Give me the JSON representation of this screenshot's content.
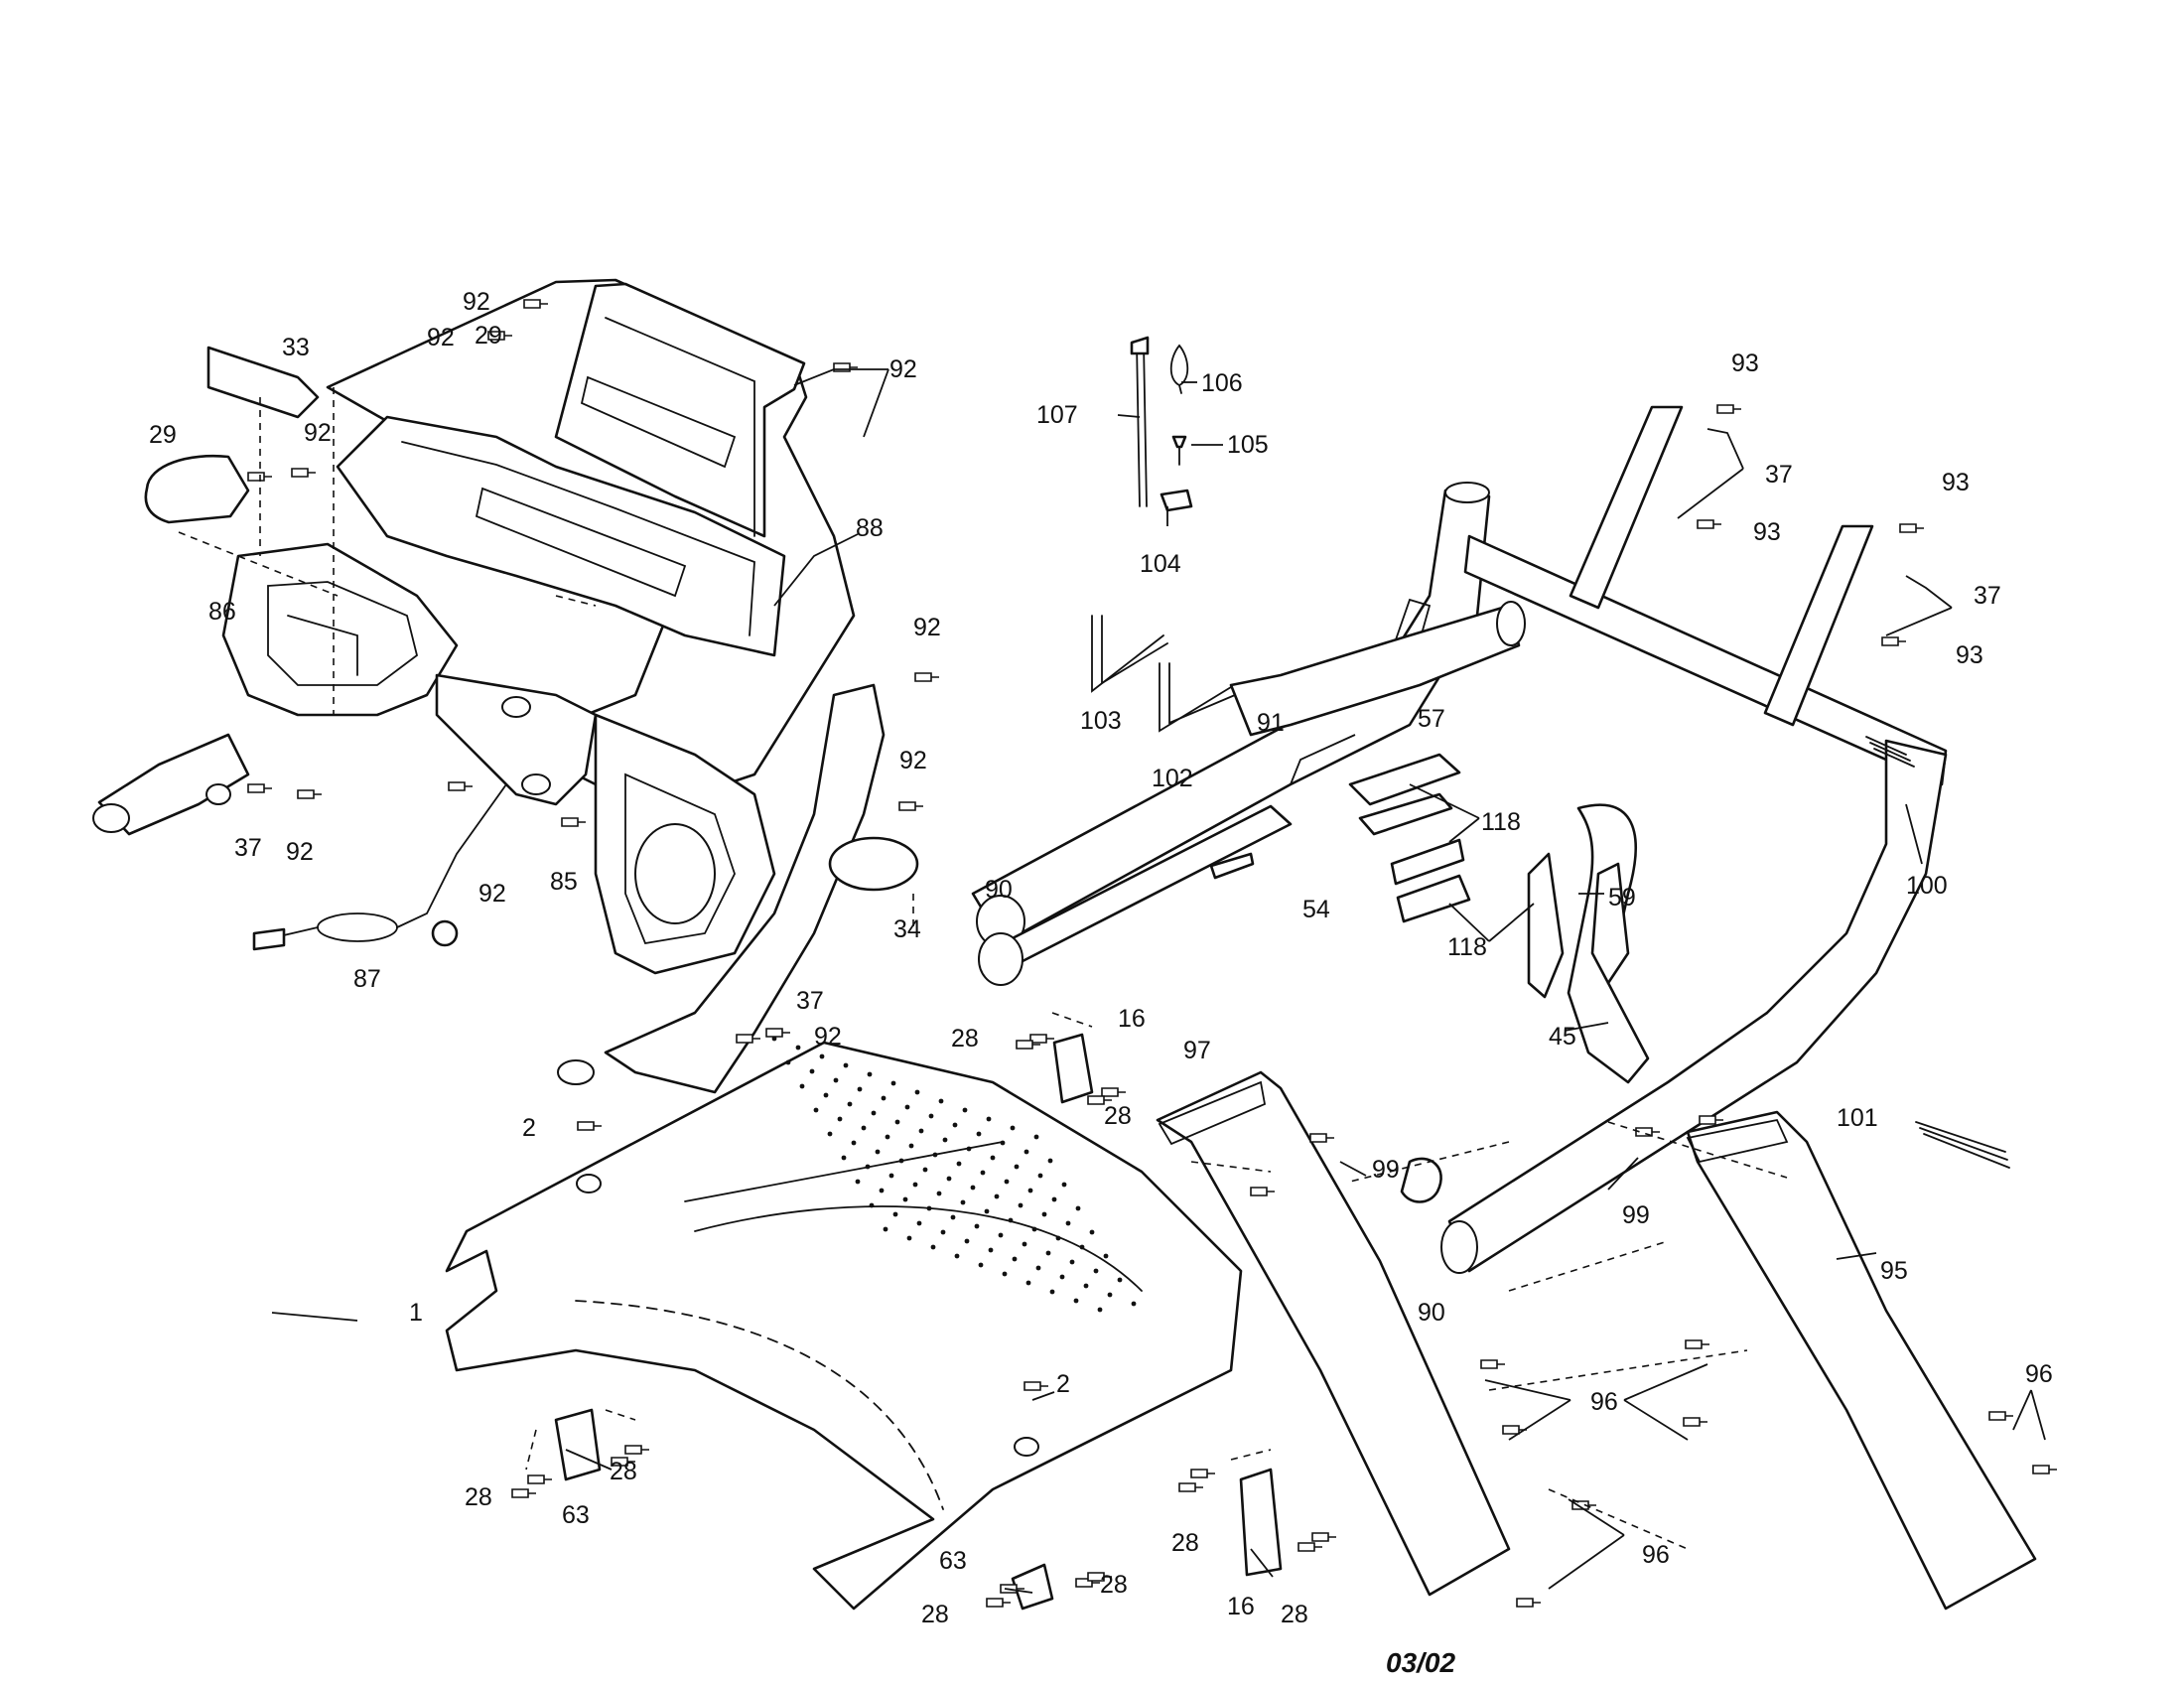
{
  "drawing": {
    "date_stamp": "03/02",
    "callouts": [
      {
        "id": "c92a",
        "label": "92"
      },
      {
        "id": "c92b",
        "label": "92"
      },
      {
        "id": "c29a",
        "label": "29"
      },
      {
        "id": "c33",
        "label": "33"
      },
      {
        "id": "c29b",
        "label": "29"
      },
      {
        "id": "c92c",
        "label": "92"
      },
      {
        "id": "c92d",
        "label": "92"
      },
      {
        "id": "c88",
        "label": "88"
      },
      {
        "id": "c86",
        "label": "86"
      },
      {
        "id": "c92e",
        "label": "92"
      },
      {
        "id": "c92f",
        "label": "92"
      },
      {
        "id": "c37a",
        "label": "37"
      },
      {
        "id": "c92g",
        "label": "92"
      },
      {
        "id": "c92h",
        "label": "92"
      },
      {
        "id": "c85",
        "label": "85"
      },
      {
        "id": "c34",
        "label": "34"
      },
      {
        "id": "c87",
        "label": "87"
      },
      {
        "id": "c37b",
        "label": "37"
      },
      {
        "id": "c92i",
        "label": "92"
      },
      {
        "id": "c2a",
        "label": "2"
      },
      {
        "id": "c1",
        "label": "1"
      },
      {
        "id": "c2b",
        "label": "2"
      },
      {
        "id": "c28a",
        "label": "28"
      },
      {
        "id": "c28b",
        "label": "28"
      },
      {
        "id": "c63a",
        "label": "63"
      },
      {
        "id": "c63b",
        "label": "63"
      },
      {
        "id": "c28c",
        "label": "28"
      },
      {
        "id": "c28d",
        "label": "28"
      },
      {
        "id": "c16a",
        "label": "16"
      },
      {
        "id": "c28e",
        "label": "28"
      },
      {
        "id": "c28f",
        "label": "28"
      },
      {
        "id": "c28g",
        "label": "28"
      },
      {
        "id": "c16b",
        "label": "16"
      },
      {
        "id": "c28h",
        "label": "28"
      },
      {
        "id": "c107",
        "label": "107"
      },
      {
        "id": "c106",
        "label": "106"
      },
      {
        "id": "c105",
        "label": "105"
      },
      {
        "id": "c104",
        "label": "104"
      },
      {
        "id": "c103",
        "label": "103"
      },
      {
        "id": "c102",
        "label": "102"
      },
      {
        "id": "c91",
        "label": "91"
      },
      {
        "id": "c57",
        "label": "57"
      },
      {
        "id": "c118a",
        "label": "118"
      },
      {
        "id": "c118b",
        "label": "118"
      },
      {
        "id": "c54",
        "label": "54"
      },
      {
        "id": "c90a",
        "label": "90"
      },
      {
        "id": "c59",
        "label": "59"
      },
      {
        "id": "c45",
        "label": "45"
      },
      {
        "id": "c93a",
        "label": "93"
      },
      {
        "id": "c37c",
        "label": "37"
      },
      {
        "id": "c93b",
        "label": "93"
      },
      {
        "id": "c93c",
        "label": "93"
      },
      {
        "id": "c37d",
        "label": "37"
      },
      {
        "id": "c93d",
        "label": "93"
      },
      {
        "id": "c100",
        "label": "100"
      },
      {
        "id": "c97",
        "label": "97"
      },
      {
        "id": "c99a",
        "label": "99"
      },
      {
        "id": "c99b",
        "label": "99"
      },
      {
        "id": "c101",
        "label": "101"
      },
      {
        "id": "c90b",
        "label": "90"
      },
      {
        "id": "c95",
        "label": "95"
      },
      {
        "id": "c96a",
        "label": "96"
      },
      {
        "id": "c96b",
        "label": "96"
      },
      {
        "id": "c96c",
        "label": "96"
      }
    ]
  }
}
